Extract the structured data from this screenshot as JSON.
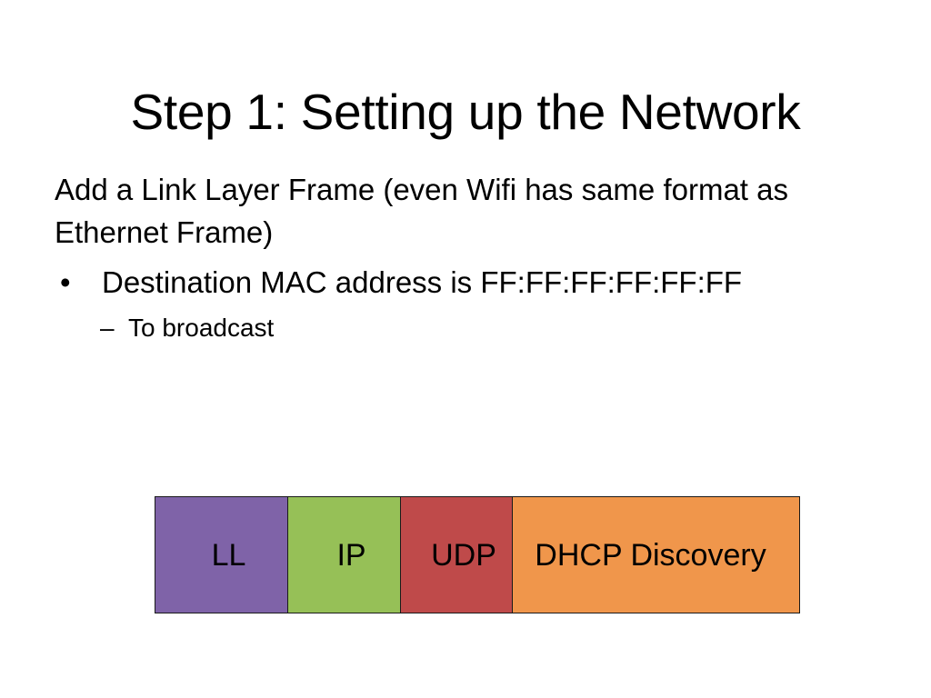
{
  "slide": {
    "title": "Step 1: Setting up the Network",
    "background_color": "#FFFFFF",
    "text_color": "#000000",
    "body": {
      "lead_paragraph": "Add a Link Layer Frame (even Wifi has same format as Ethernet Frame)",
      "bullets": [
        {
          "marker": "•",
          "text": "Destination MAC address is FF:FF:FF:FF:FF:FF",
          "subbullets": [
            {
              "marker": "–",
              "text": "To broadcast"
            }
          ]
        }
      ]
    },
    "packet_diagram": {
      "name": "protocol-encapsulation-stack",
      "segments": [
        {
          "label": "LL",
          "color": "#7F63A8"
        },
        {
          "label": "IP",
          "color": "#96C057"
        },
        {
          "label": "UDP",
          "color": "#BF4A4A"
        },
        {
          "label": "DHCP Discovery",
          "color": "#F0964B"
        }
      ],
      "border_color": "#1A1A1A"
    }
  }
}
